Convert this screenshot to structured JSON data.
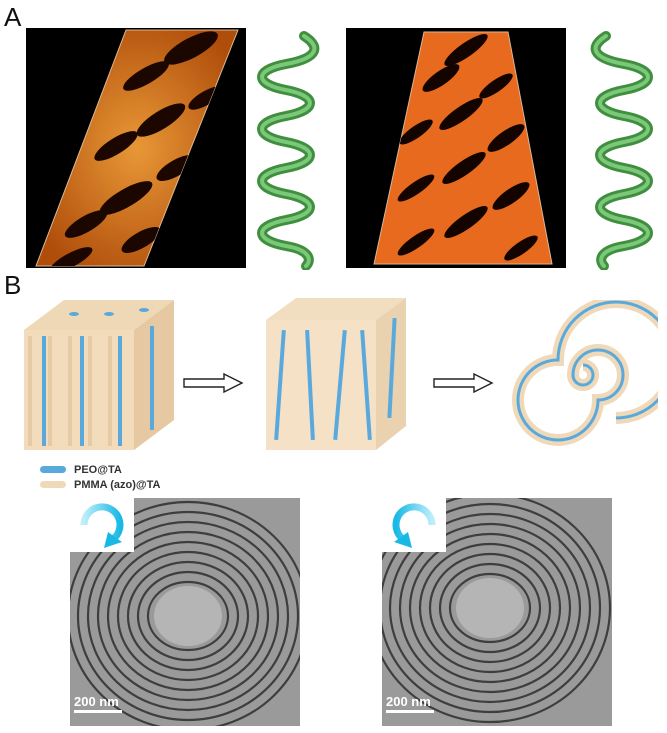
{
  "panels": {
    "a": "A",
    "b": "B"
  },
  "legend": [
    {
      "label": "PEO@TA",
      "color": "#5aa9dd"
    },
    {
      "label": "PMMA (azo)@TA",
      "color": "#f0d9b8"
    }
  ],
  "scale_bars": {
    "left": "200 nm",
    "right": "200 nm"
  },
  "colors": {
    "helix": "#4aa24a",
    "tomo_bright": "#f08a1c",
    "tomo_dark": "#120400",
    "arrow": "#29c3e8"
  },
  "icons": {
    "rotation_left": "clockwise-arrow-icon",
    "rotation_right": "counterclockwise-arrow-icon"
  }
}
